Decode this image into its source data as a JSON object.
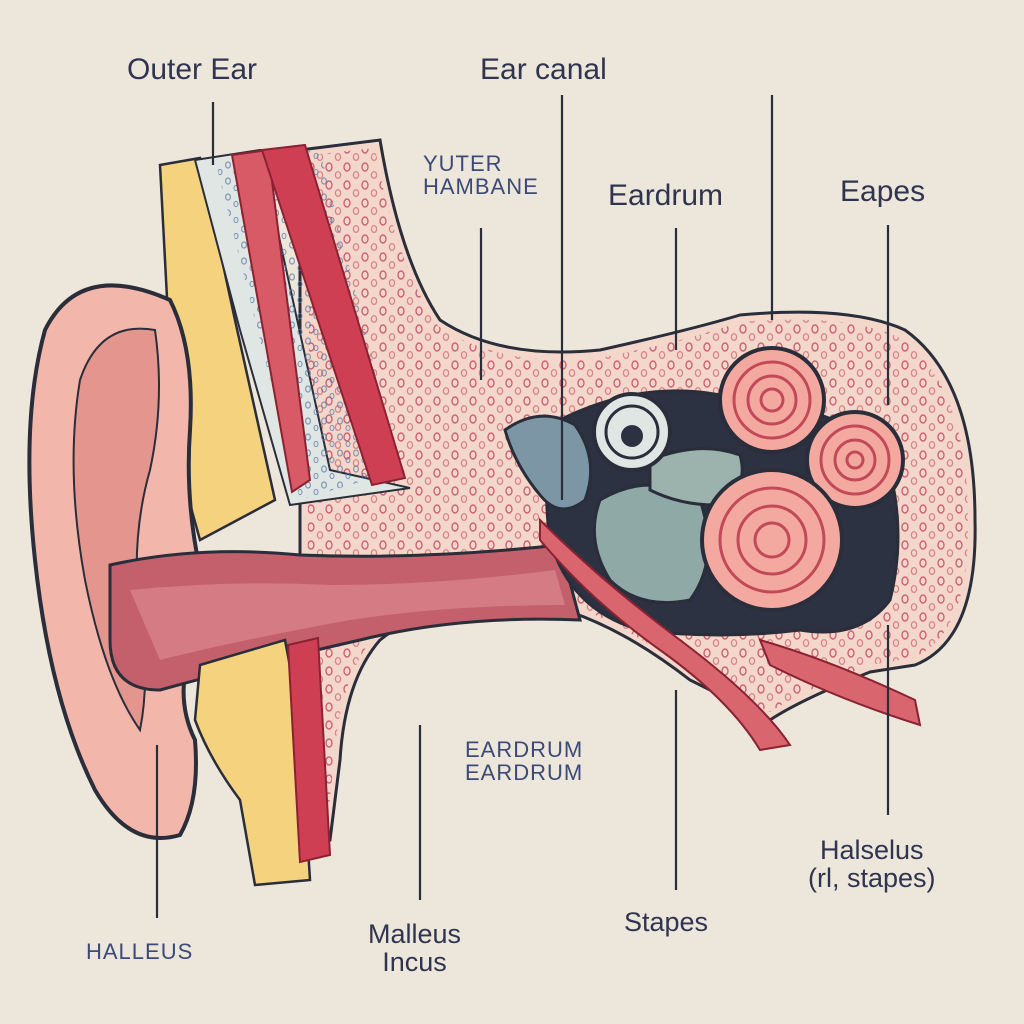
{
  "diagram": {
    "labels": {
      "outer_ear": "Outer Ear",
      "ear_canal": "Ear canal",
      "yuter_hambane": "YUTER\nHAMBANE",
      "eardrum_top": "Eardrum",
      "eapes": "Eapes",
      "eardrum_mid": "EARDRUM\nEARDRUM",
      "halleus": "HALLEUS",
      "malleus_incus": "Malleus\nIncus",
      "stapes": "Stapes",
      "halselus": "Halselus\n(rl, stapes)"
    },
    "colors": {
      "background": "#ede6da",
      "skin": "#f0b9ae",
      "cartilage": "#f4d27e",
      "bone": "#f3d7cb",
      "muscle": "#c94a5c",
      "ossicle": "#8fa9a6",
      "cochlea": "#f4a9a0",
      "line": "#2a2d3a"
    }
  }
}
